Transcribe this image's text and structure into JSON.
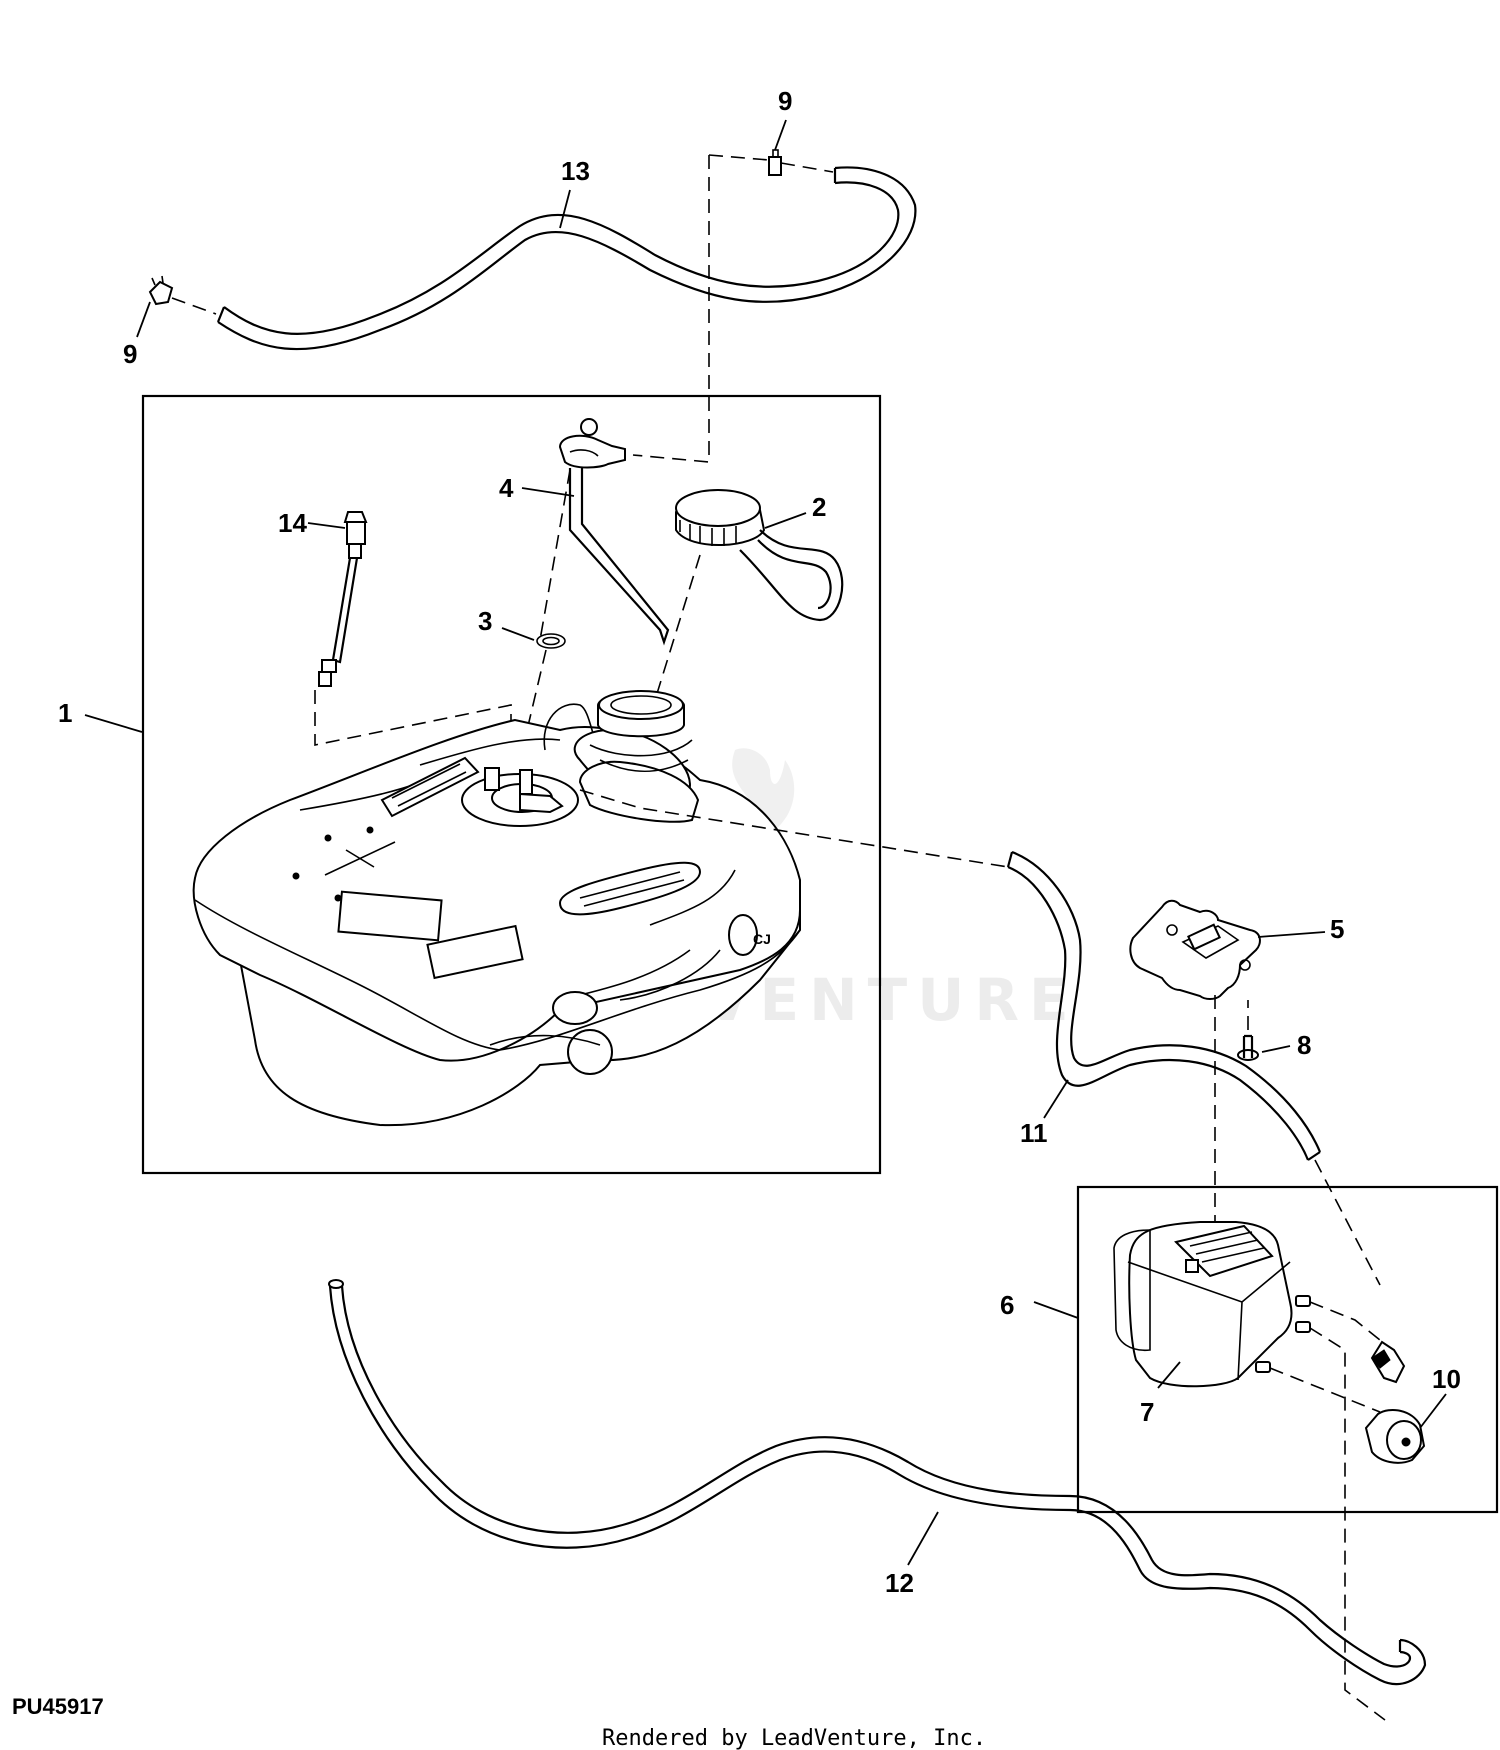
{
  "diagram": {
    "figure_id": "PU45917",
    "credit": "Rendered by LeadVenture, Inc.",
    "watermark": "LEADVENTURE",
    "callouts": {
      "c1": "1",
      "c2": "2",
      "c3": "3",
      "c4": "4",
      "c5": "5",
      "c6": "6",
      "c7": "7",
      "c8": "8",
      "c9a": "9",
      "c9b": "9",
      "c10": "10",
      "c11": "11",
      "c12": "12",
      "c13": "13",
      "c14": "14"
    }
  }
}
